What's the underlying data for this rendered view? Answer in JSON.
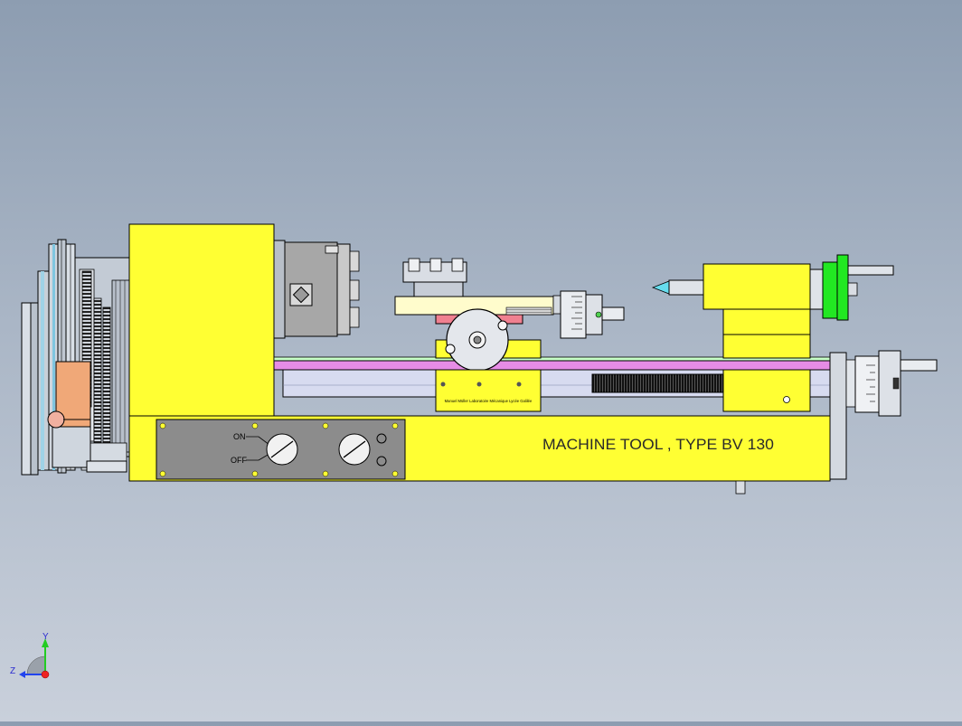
{
  "title": "MACHINE TOOL , TYPE BV 130",
  "control_panel": {
    "on_label": "ON",
    "off_label": "OFF"
  },
  "apron_label": "Manuel Müller  Laboratoire Mécanique Lycée Galilée",
  "triad": {
    "x": "",
    "y": "Y",
    "z": "Z"
  },
  "colors": {
    "background_top": "#8d9db1",
    "background_bottom": "#c9d0db",
    "body_yellow": "#ffff33",
    "panel_grey": "#8c8c8c",
    "rail_pink": "#e68ce6",
    "tailstock_green": "#22e822",
    "motor_orange": "#f0a878",
    "gear_dark": "#333333"
  }
}
